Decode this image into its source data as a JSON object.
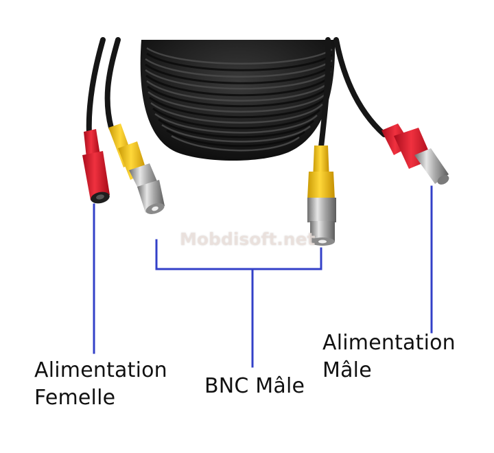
{
  "photo": {
    "subject": "cable-coil-with-connectors",
    "colors": {
      "cable": "#1b1b1b",
      "power_connector": "#e3182f",
      "bnc_boot": "#f2c20f",
      "metal": "#c8c8c8",
      "callout_line": "#3340c8"
    }
  },
  "watermark": {
    "text": "Mobdisoft.net"
  },
  "labels": {
    "female_power": {
      "line1": "Alimentation",
      "line2": "Femelle"
    },
    "bnc_male": {
      "text": "BNC Mâle"
    },
    "male_power": {
      "line1": "Alimentation",
      "line2": "Mâle"
    }
  }
}
